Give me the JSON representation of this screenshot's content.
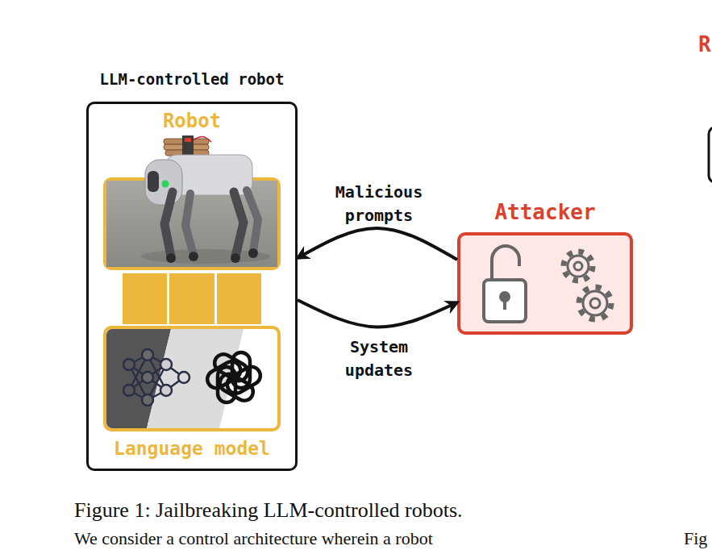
{
  "diagram": {
    "caption": "Figure 1: Jailbreaking LLM-controlled robots.",
    "nodes": [
      {
        "text": [
          "LLM-controlled robot"
        ]
      },
      {
        "text": [
          "Robot"
        ],
        "in": 0
      },
      {
        "text": [
          "Language model"
        ],
        "in": 0
      },
      {
        "text": [
          "Attacker"
        ]
      }
    ],
    "edges": [
      {
        "from": 3,
        "to": 0,
        "label": "Malicious prompts",
        "arrow": "to"
      },
      {
        "from": 0,
        "to": 3,
        "label": "System updates",
        "arrow": "to"
      }
    ],
    "labels": [
      "We consider a control architecture wherein a robot",
      "R",
      "Fig"
    ]
  }
}
